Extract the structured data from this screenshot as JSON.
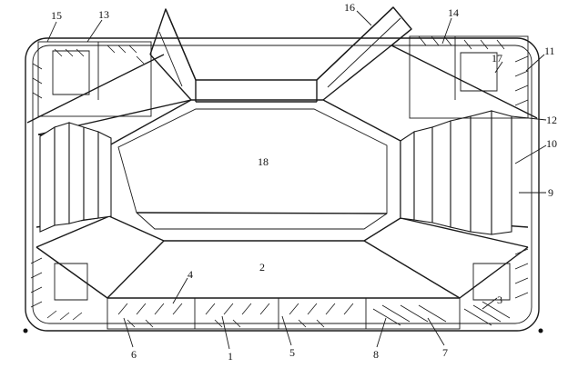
{
  "labels": [
    {
      "text": "15"
    },
    {
      "text": "13"
    },
    {
      "text": "16"
    },
    {
      "text": "14"
    },
    {
      "text": "11"
    },
    {
      "text": "17"
    },
    {
      "text": "12"
    },
    {
      "text": "10"
    },
    {
      "text": "9"
    },
    {
      "text": "18"
    },
    {
      "text": "2"
    },
    {
      "text": "4"
    },
    {
      "text": "3"
    },
    {
      "text": "6"
    },
    {
      "text": "1"
    },
    {
      "text": "5"
    },
    {
      "text": "8"
    },
    {
      "text": "7"
    }
  ]
}
